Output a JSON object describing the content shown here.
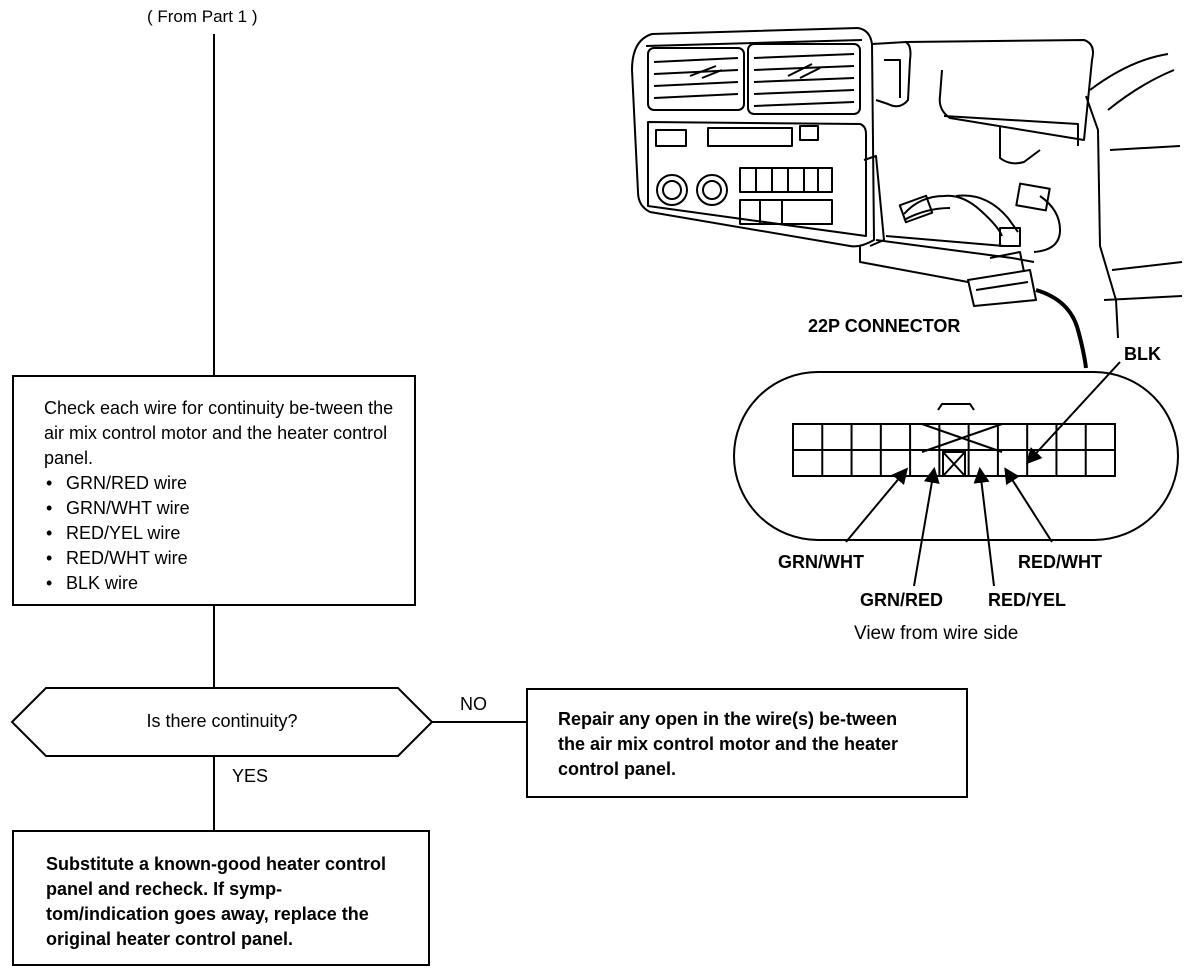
{
  "flow": {
    "from_label": "( From Part 1 )",
    "check_box": {
      "text": "Check each wire for continuity be-tween the air mix control motor and the heater control panel.",
      "wires": [
        "GRN/RED wire",
        "GRN/WHT wire",
        "RED/YEL wire",
        "RED/WHT wire",
        "BLK wire"
      ]
    },
    "decision": "Is there continuity?",
    "no_label": "NO",
    "yes_label": "YES",
    "repair_box": "Repair any open in the wire(s) be-tween the air mix control motor and the heater control panel.",
    "substitute_box": "Substitute a known-good heater control panel and recheck. If symp-tom/indication goes away, replace the original heater control panel."
  },
  "connector": {
    "name": "22P CONNECTOR",
    "view_caption": "View from wire side",
    "labels": {
      "blk": "BLK",
      "grn_wht": "GRN/WHT",
      "grn_red": "GRN/RED",
      "red_yel": "RED/YEL",
      "red_wht": "RED/WHT"
    }
  }
}
